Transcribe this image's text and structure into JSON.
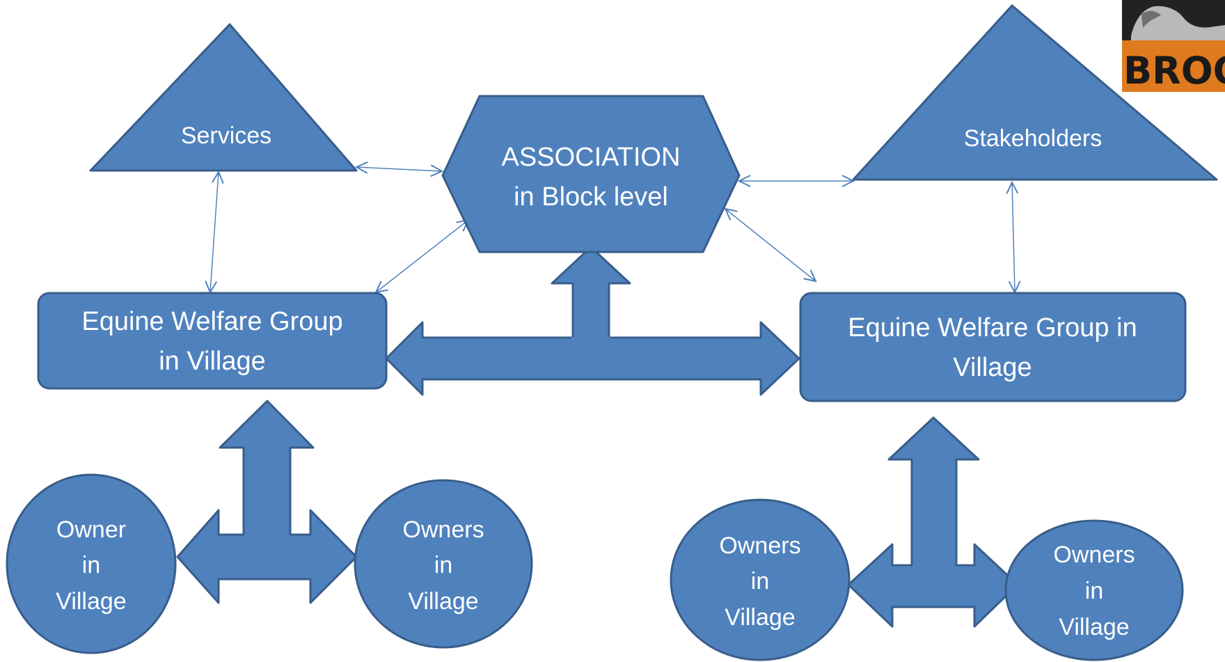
{
  "colors": {
    "shape_fill": "#4F81BD",
    "shape_stroke": "#385D8A",
    "text": "#FFFFFF",
    "connector": "#4F81BD",
    "logo_band": "#E07A1F"
  },
  "nodes": {
    "services": "Services",
    "association_line1": "ASSOCIATION",
    "association_line2": "in Block level",
    "stakeholders": "Stakeholders",
    "ewg_left_line1": "Equine Welfare Group",
    "ewg_left_line2": "in Village",
    "ewg_right_line1": "Equine Welfare Group in",
    "ewg_right_line2": "Village",
    "owner_ll": [
      "Owner",
      "in",
      "Village"
    ],
    "owner_lr": [
      "Owners",
      "in",
      "Village"
    ],
    "owner_rl": [
      "Owners",
      "in",
      "Village"
    ],
    "owner_rr": [
      "Owners",
      "in",
      "Village"
    ]
  },
  "logo": {
    "text": "BROOK",
    "icon": "horse-logo"
  }
}
